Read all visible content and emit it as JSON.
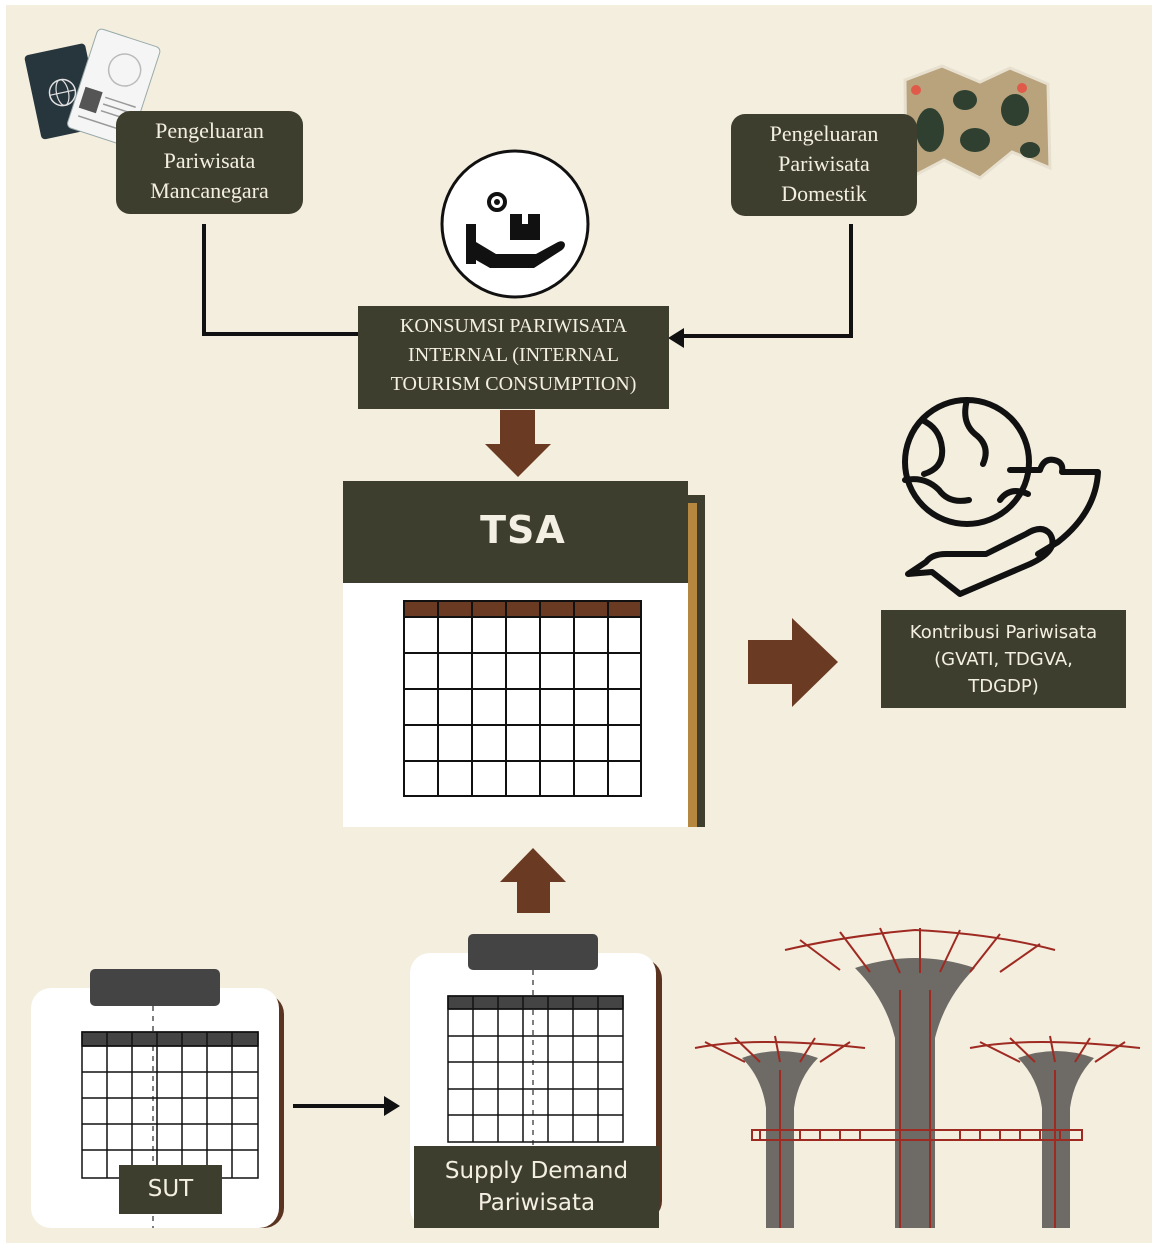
{
  "nodes": {
    "foreign_spending": [
      "Pengeluaran",
      "Pariwisata",
      "Mancanegara"
    ],
    "domestic_spending": [
      "Pengeluaran",
      "Pariwisata",
      "Domestik"
    ],
    "internal_consumption": [
      "KONSUMSI PARIWISATA",
      "INTERNAL (INTERNAL",
      "TOURISM CONSUMPTION)"
    ],
    "tsa": "TSA",
    "contribution": [
      "Kontribusi Pariwisata",
      "(GVATI, TDGVA,",
      "TDGDP)"
    ],
    "sut": "SUT",
    "supply_demand": [
      "Supply Demand",
      "Pariwisata"
    ]
  },
  "icons": {
    "passport": "passport-visa-icon",
    "map": "folded-map-icon",
    "consumption": "hand-giving-product-icon",
    "contribution": "hand-holding-puzzle-globe-icon",
    "trees": "supertree-illustration"
  },
  "colors": {
    "background": "#f4eedf",
    "box": "#3e3e2e",
    "arrow_brown": "#6b3a22",
    "table_header": "#6b3a22",
    "tree_red": "#9e2a22",
    "tree_gray": "#6e6a66"
  }
}
